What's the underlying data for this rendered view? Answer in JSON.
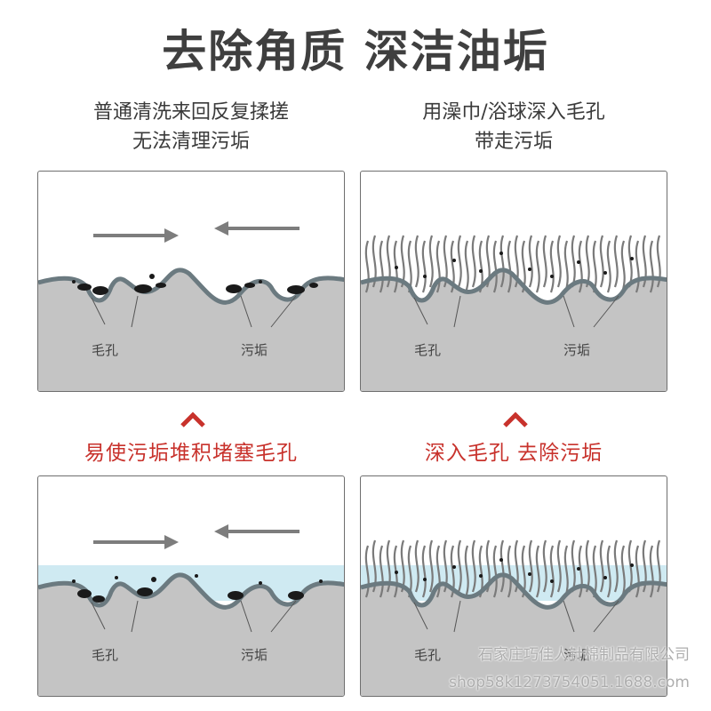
{
  "title": "去除角质 深洁油垢",
  "captions": {
    "left_line1": "普通清洗来回反复揉搓",
    "left_line2": "无法清理污垢",
    "right_line1": "用澡巾/浴球深入毛孔",
    "right_line2": "带走污垢"
  },
  "labels": {
    "pore": "毛孔",
    "dirt": "污垢"
  },
  "results": {
    "left": "易使污垢堆积堵塞毛孔",
    "right": "深入毛孔 去除污垢"
  },
  "watermark": {
    "line1": "石家庄巧佳人针棉制品有限公司",
    "line2": "shop58k1273754051.1688.com"
  },
  "colors": {
    "accent_red": "#c8322c",
    "skin": "#c4c4c4",
    "outline": "#6b7a80",
    "water": "#cfeaf2",
    "dirt": "#1a1a1a"
  }
}
